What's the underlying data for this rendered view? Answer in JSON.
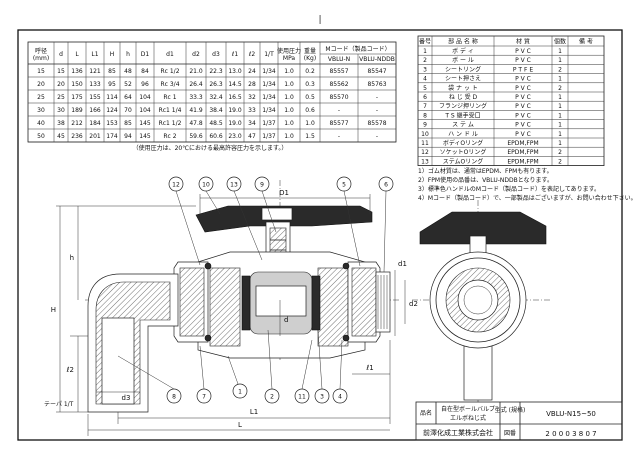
{
  "dim_table": {
    "headers": [
      "呼径\n(mm)",
      "d",
      "L",
      "L1",
      "H",
      "h",
      "D1",
      "d1",
      "d2",
      "d3",
      "ℓ1",
      "ℓ2",
      "1/T",
      "使用圧力\nMPa",
      "重量\n(Kg)",
      "Mコード（製品コード）"
    ],
    "mcode_sub": [
      "VBLU-N",
      "VBLU-NDDB"
    ],
    "rows": [
      [
        "15",
        "15",
        "136",
        "121",
        "85",
        "48",
        "84",
        "Rc 1/2",
        "21.0",
        "22.3",
        "13.0",
        "24",
        "1/34",
        "1.0",
        "0.2",
        "85557",
        "85547"
      ],
      [
        "20",
        "20",
        "150",
        "133",
        "95",
        "52",
        "96",
        "Rc 3/4",
        "26.4",
        "26.3",
        "14.5",
        "28",
        "1/34",
        "1.0",
        "0.3",
        "85562",
        "85763"
      ],
      [
        "25",
        "25",
        "175",
        "155",
        "114",
        "64",
        "104",
        "Rc 1",
        "33.3",
        "32.4",
        "16.5",
        "32",
        "1/34",
        "1.0",
        "0.5",
        "85570",
        "-"
      ],
      [
        "30",
        "30",
        "189",
        "166",
        "124",
        "70",
        "104",
        "Rc1 1/4",
        "41.9",
        "38.4",
        "19.0",
        "33",
        "1/34",
        "1.0",
        "0.6",
        "-",
        "-"
      ],
      [
        "40",
        "38",
        "212",
        "184",
        "153",
        "85",
        "145",
        "Rc1 1/2",
        "47.8",
        "48.5",
        "19.0",
        "34",
        "1/37",
        "1.0",
        "1.0",
        "85577",
        "85578"
      ],
      [
        "50",
        "45",
        "236",
        "201",
        "174",
        "94",
        "145",
        "Rc 2",
        "59.6",
        "60.6",
        "23.0",
        "47",
        "1/37",
        "1.0",
        "1.5",
        "-",
        "-"
      ]
    ],
    "footnote": "（使用圧力は、20℃における最高許容圧力を示します。）"
  },
  "parts_table": {
    "headers": [
      "番号",
      "部 品 名 称",
      "材 質",
      "個数",
      "備 考"
    ],
    "rows": [
      [
        "1",
        "ボ デ ィ",
        "P V C",
        "1",
        ""
      ],
      [
        "2",
        "ボ ー ル",
        "P V C",
        "1",
        ""
      ],
      [
        "3",
        "シートリング",
        "P T F E",
        "2",
        ""
      ],
      [
        "4",
        "シート押さえ",
        "P V C",
        "1",
        ""
      ],
      [
        "5",
        "袋 ナ ッ ト",
        "P V C",
        "2",
        ""
      ],
      [
        "6",
        "ね じ 受 D",
        "P V C",
        "1",
        ""
      ],
      [
        "7",
        "フランジ押リング",
        "P V C",
        "1",
        ""
      ],
      [
        "8",
        "T S 継手受口",
        "P V C",
        "1",
        ""
      ],
      [
        "9",
        "ス テ ム",
        "P V C",
        "1",
        ""
      ],
      [
        "10",
        "ハ ン ド ル",
        "P V C",
        "1",
        ""
      ],
      [
        "11",
        "ボディOリング",
        "EPDM,FPM",
        "1",
        ""
      ],
      [
        "12",
        "ソケットOリング",
        "EPDM,FPM",
        "2",
        ""
      ],
      [
        "13",
        "ステムOリング",
        "EPDM,FPM",
        "2",
        ""
      ]
    ]
  },
  "notes": [
    "1）ゴム材質は、通常はEPDM、FPMも有ります。",
    "2）FPM使用の品番は、VBLU-NDDBとなります。",
    "3）標準色ハンドルのMコード（製品コード）を表記してあります。",
    "4）Mコード（製品コード）で、一部製品はございますが、お問い合わせ下さい。"
  ],
  "drawing": {
    "dim_labels": [
      "D1",
      "H",
      "h",
      "ℓ2",
      "d1",
      "d2",
      "ℓ1",
      "d",
      "d3",
      "L1",
      "L",
      "テーパ 1/T"
    ],
    "balloons": [
      "12",
      "10",
      "13",
      "9",
      "5",
      "6",
      "8",
      "7",
      "1",
      "2",
      "11",
      "3",
      "4"
    ]
  },
  "title_block": {
    "name_label": "品名",
    "name_line1": "自在型ボールバルブ",
    "name_line2": "エルボねじ式",
    "model_label": "型式\n(規格)",
    "model_value": "VBLU-N15~50",
    "company": "前澤化成工業株式会社",
    "drawing_no_label": "図番",
    "drawing_no": "2 0 0 0 3 8 0 7"
  },
  "header_mark": "|"
}
